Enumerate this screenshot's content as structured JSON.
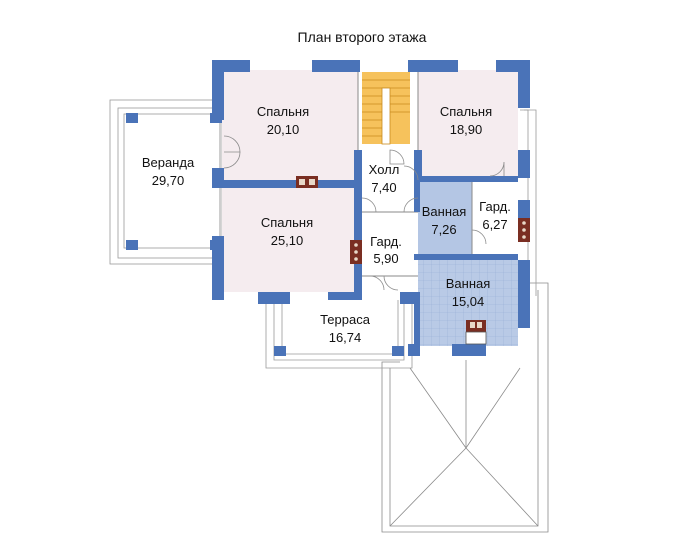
{
  "title": "План второго этажа",
  "rooms": {
    "bedroom_nw": {
      "name": "Спальня",
      "area": "20,10"
    },
    "bedroom_ne": {
      "name": "Спальня",
      "area": "18,90"
    },
    "bedroom_w": {
      "name": "Спальня",
      "area": "25,10"
    },
    "hall": {
      "name": "Холл",
      "area": "7,40"
    },
    "bath_small": {
      "name": "Ванная",
      "area": "7,26"
    },
    "wardrobe_e": {
      "name": "Гард.",
      "area": "6,27"
    },
    "wardrobe_c": {
      "name": "Гард.",
      "area": "5,90"
    },
    "bath_large": {
      "name": "Ванная",
      "area": "15,04"
    },
    "veranda": {
      "name": "Веранда",
      "area": "29,70"
    },
    "terrace": {
      "name": "Терраса",
      "area": "16,74"
    }
  },
  "colors": {
    "wall": "#4a73b8",
    "bedroom_fill": "#f5ecef",
    "bath_fill": "#b4c6e4",
    "bath_tile": "#aabbdd",
    "stairs": "#f6c25c",
    "outline": "#9a9a9a",
    "stove": "#7a2e22"
  }
}
